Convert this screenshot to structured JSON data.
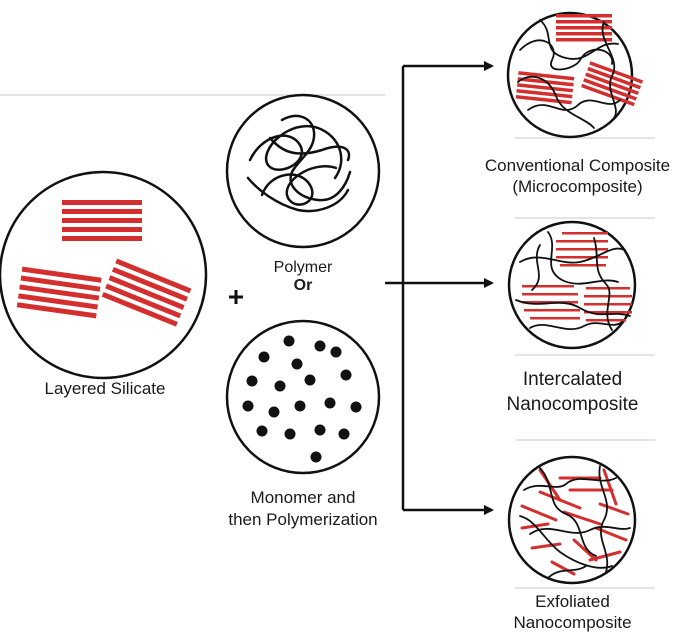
{
  "colors": {
    "clay_red": "#d42f2f",
    "ink": "#111111",
    "frame_gray": "#c8c8c8"
  },
  "icons": {
    "operator": "plus-icon",
    "flow": "arrow-icon"
  },
  "inputs": {
    "silicate": {
      "label": "Layered Silicate"
    },
    "operator_symbol": "+",
    "polymer": {
      "label": "Polymer"
    },
    "connector": "Or",
    "monomer": {
      "line1": "Monomer and",
      "line2": "then Polymerization"
    }
  },
  "outcomes": [
    {
      "line1": "Conventional Composite",
      "line2": "(Microcomposite)"
    },
    {
      "line1": "Intercalated",
      "line2": "Nanocomposite"
    },
    {
      "line1": "Exfoliated",
      "line2": "Nanocomposite"
    }
  ]
}
